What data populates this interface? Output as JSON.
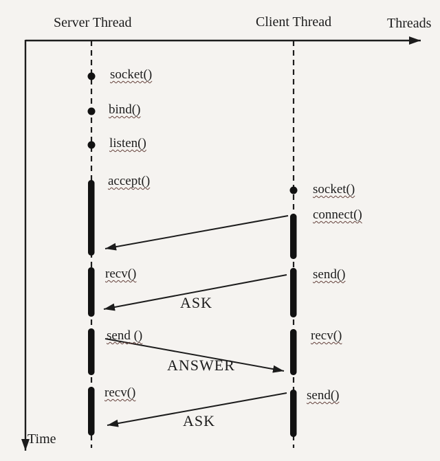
{
  "header": {
    "server": "Server Thread",
    "client": "Client Thread",
    "x_axis": "Threads",
    "y_axis": "Time"
  },
  "server_calls": [
    "socket()",
    "bind()",
    "listen()",
    "accept()",
    "recv()",
    "send ()",
    "recv()"
  ],
  "client_calls": [
    "socket()",
    "connect()",
    "send()",
    "recv()",
    "send()"
  ],
  "messages": [
    "ASK",
    "ANSWER",
    "ASK"
  ],
  "colors": {
    "background": "#f5f3f0",
    "ink": "#1c1c1c",
    "activation_bar": "#111111",
    "squiggle_underline": "#63403a"
  }
}
